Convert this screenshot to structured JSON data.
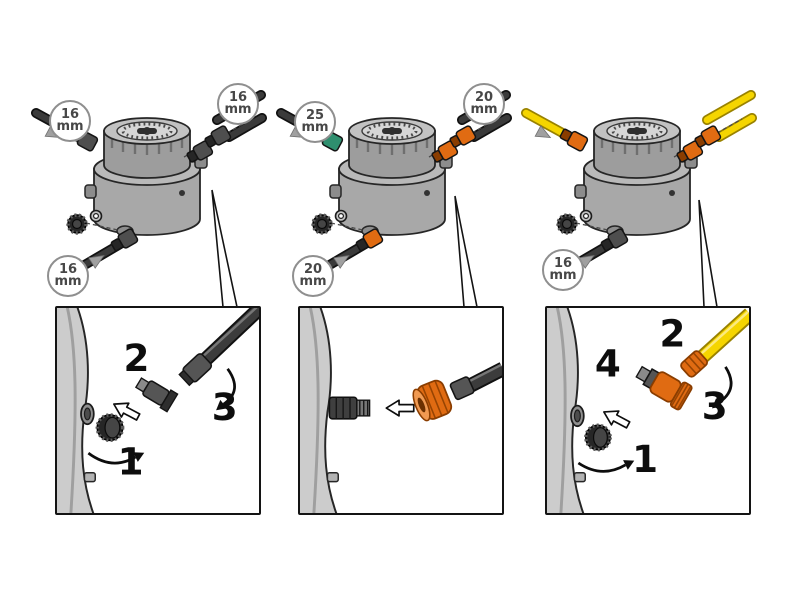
{
  "colors": {
    "orange": "#e06b12",
    "orange_dark": "#8a3d00",
    "yellow": "#f5d500",
    "yellow_dark": "#998200",
    "green": "#2f8f6f",
    "device_gray": "#a8a8a8",
    "ink": "#141414"
  },
  "panels": [
    {
      "badges": [
        {
          "value": "16",
          "unit": "mm"
        },
        {
          "value": "16",
          "unit": "mm"
        },
        {
          "value": "16",
          "unit": "mm"
        }
      ],
      "steps": {
        "s1": "1",
        "s2": "2",
        "s3": "3"
      }
    },
    {
      "badges": [
        {
          "value": "25",
          "unit": "mm"
        },
        {
          "value": "20",
          "unit": "mm"
        },
        {
          "value": "20",
          "unit": "mm"
        }
      ],
      "steps": {}
    },
    {
      "badges": [
        {
          "value": "16",
          "unit": "mm"
        }
      ],
      "steps": {
        "s1": "1",
        "s2": "2",
        "s3": "3",
        "s4": "4"
      }
    }
  ]
}
